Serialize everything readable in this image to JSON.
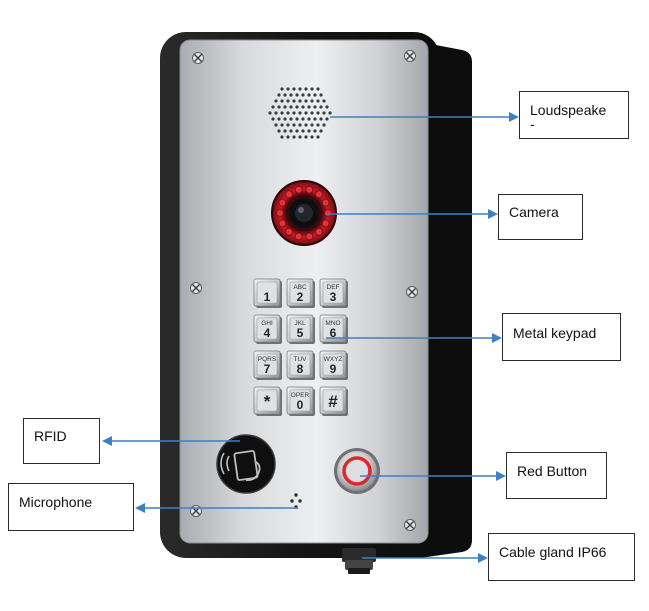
{
  "colors": {
    "arrow": "#3f7fc4",
    "housing": "#1b1b1b",
    "faceplate": "#c9cbce",
    "ring": "#cc1f2a",
    "button_ring": "#e0262d"
  },
  "labels": {
    "loudspeaker_line1": "Loudspeake",
    "loudspeaker_line2": "-",
    "camera": "Camera",
    "keypad": "Metal keypad",
    "rfid": "RFID",
    "red_button": "Red Button",
    "microphone": "Microphone",
    "cable_gland": "Cable gland IP66"
  },
  "keypad": {
    "keys": [
      {
        "digit": "1",
        "letters": ""
      },
      {
        "digit": "2",
        "letters": "ABC"
      },
      {
        "digit": "3",
        "letters": "DEF"
      },
      {
        "digit": "4",
        "letters": "GHI"
      },
      {
        "digit": "5",
        "letters": "JKL"
      },
      {
        "digit": "6",
        "letters": "MNO"
      },
      {
        "digit": "7",
        "letters": "PQRS"
      },
      {
        "digit": "8",
        "letters": "TUV"
      },
      {
        "digit": "9",
        "letters": "WXYZ"
      },
      {
        "digit": "*",
        "letters": ""
      },
      {
        "digit": "0",
        "letters": "OPER"
      },
      {
        "digit": "#",
        "letters": ""
      }
    ]
  },
  "icons": {
    "rfid_reader": "rfid-card-icon",
    "speaker": "speaker-grille-icon",
    "camera": "camera-lens-icon",
    "button": "red-push-button-icon",
    "mic": "microphone-holes-icon",
    "screw": "screw-icon",
    "gland": "cable-gland-icon"
  }
}
